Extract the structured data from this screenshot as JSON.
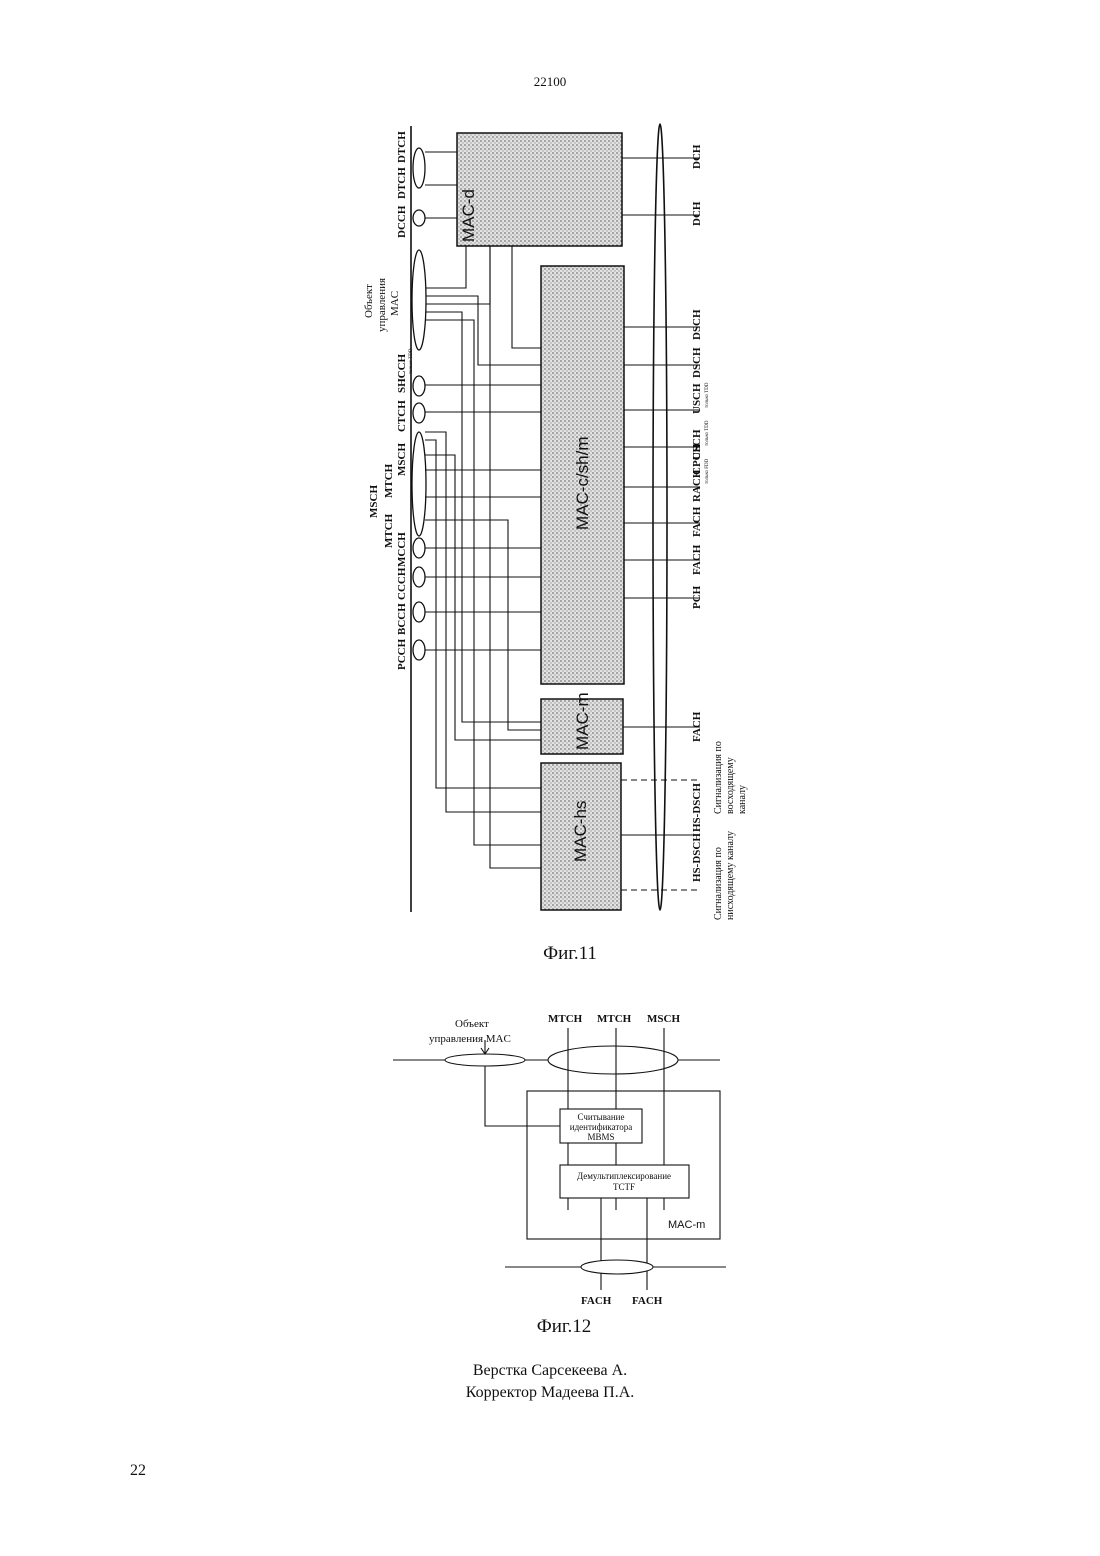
{
  "doc_number": "22100",
  "page_number": "22",
  "fig11": {
    "caption": "Фиг.11",
    "blocks": {
      "mac_d": "MAC-d",
      "mac_c": "MAC-c/sh/m",
      "mac_m": "MAC-m",
      "mac_hs": "MAC-hs"
    },
    "mac_control": [
      "Объект",
      "управления",
      "MAC"
    ],
    "logical_channels": [
      "DTCH",
      "DTCH",
      "DCCH",
      "SHCCH",
      "CTCH",
      "MSCH",
      "MTCH",
      "MSCH",
      "MTCH",
      "MCCH",
      "CCCH",
      "BCCH",
      "PCCH"
    ],
    "shcch_note": "только TDD",
    "transport_channels": [
      "DCH",
      "DCH",
      "DSCH",
      "DSCH",
      "USCH",
      "USCH",
      "CPCH",
      "RACH",
      "FACH",
      "FACH",
      "PCH",
      "FACH",
      "HS-DSCH",
      "HS-DSCH"
    ],
    "tdd_note": "только TDD",
    "fdd_note": "только FDD",
    "uplink_signal": [
      "Сигнализация по",
      "восходящему",
      "каналу"
    ],
    "downlink_signal": [
      "Сигнализация по",
      "нисходящему каналу"
    ]
  },
  "fig12": {
    "caption": "Фиг.12",
    "top_channels": [
      "MTCH",
      "MTCH",
      "MSCH"
    ],
    "mac_control": [
      "Объект",
      "управления MAC"
    ],
    "read_box": [
      "Считывание",
      "идентификатора",
      "MBMS"
    ],
    "demux_box": [
      "Демультиплексирование",
      "TCTF"
    ],
    "block_label": "MAC-m",
    "bottom_channels": [
      "FACH",
      "FACH"
    ]
  },
  "credits": [
    "Верстка Сарсекеева А.",
    "Корректор Мадеева П.А."
  ]
}
